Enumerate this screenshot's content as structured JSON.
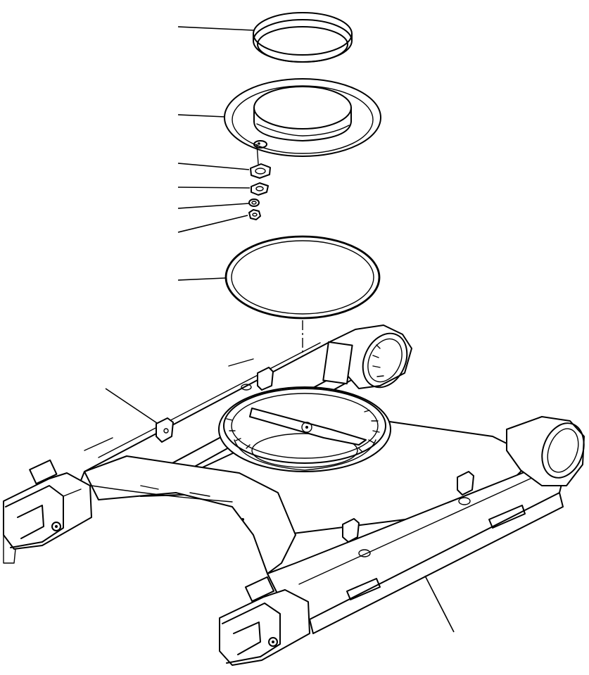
{
  "diagram": {
    "type": "exploded-parts-view",
    "colors": {
      "line": "#000000",
      "background": "#ffffff"
    },
    "parts": [
      {
        "id": "part-dust-seal-ring"
      },
      {
        "id": "part-seal-cover"
      },
      {
        "id": "part-plate"
      },
      {
        "id": "part-shim"
      },
      {
        "id": "part-washer"
      },
      {
        "id": "part-nut"
      },
      {
        "id": "part-o-ring"
      },
      {
        "id": "part-bolt-mount"
      },
      {
        "id": "part-track-frame"
      }
    ]
  }
}
